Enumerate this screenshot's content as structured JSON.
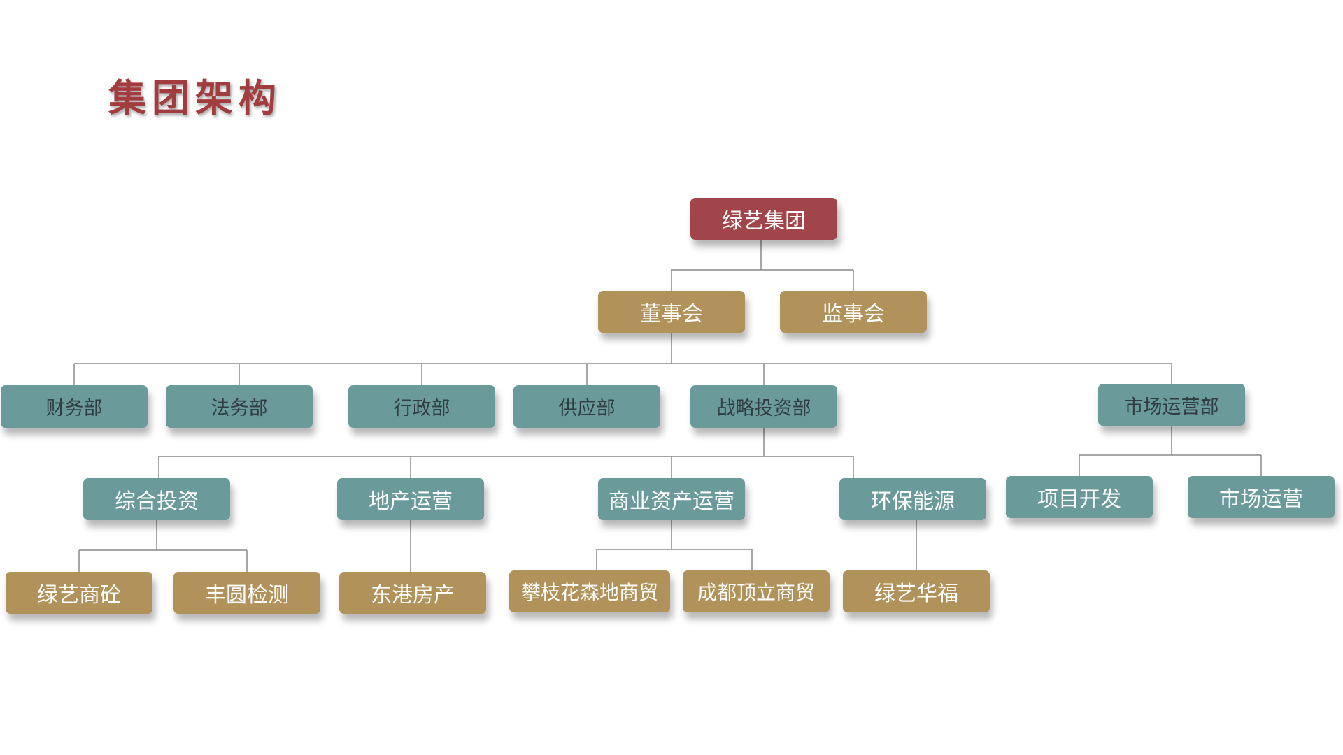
{
  "title": "集团架构",
  "colors": {
    "title": "#a33c3e",
    "red": "#a2454a",
    "gold": "#b0925a",
    "teal": "#6b9a9b"
  },
  "nodes": {
    "root": "绿艺集团",
    "board": "董事会",
    "supervisory": "监事会",
    "finance": "财务部",
    "legal": "法务部",
    "admin": "行政部",
    "supply": "供应部",
    "strategy": "战略投资部",
    "marketing_dept": "市场运营部",
    "comprehensive": "综合投资",
    "realestate": "地产运营",
    "commercial": "商业资产运营",
    "environment": "环保能源",
    "project_dev": "项目开发",
    "market_ops": "市场运营",
    "lvyi_concrete": "绿艺商砼",
    "fengyuan": "丰圆检测",
    "donggang": "东港房产",
    "panzhihua": "攀枝花森地商贸",
    "chengdu": "成都顶立商贸",
    "lvyi_huafu": "绿艺华福"
  }
}
